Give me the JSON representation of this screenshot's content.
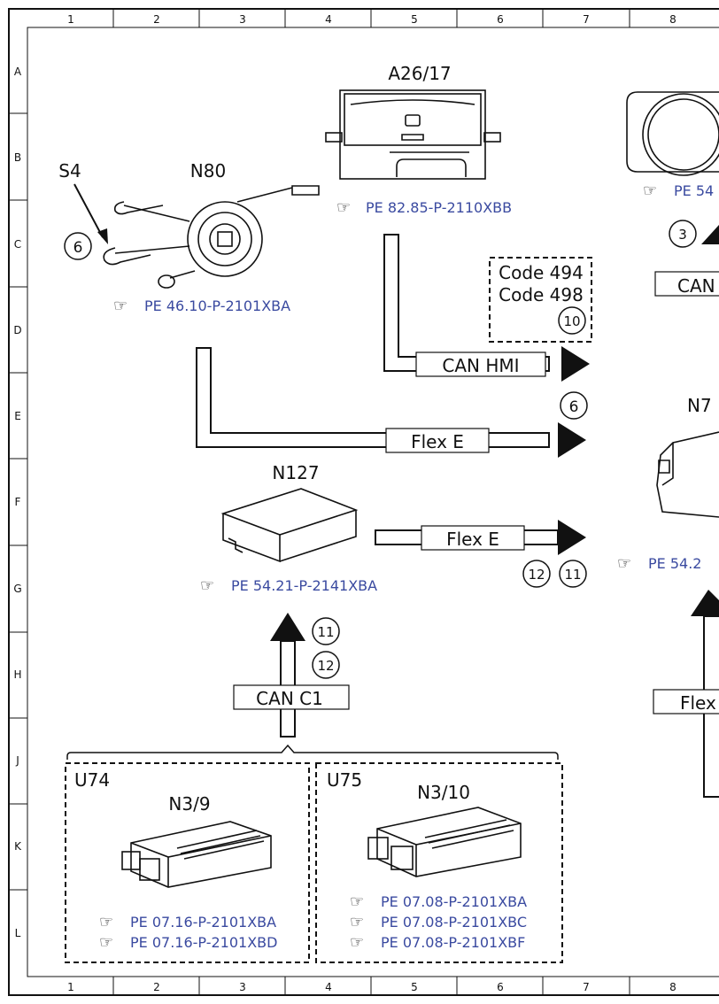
{
  "grid": {
    "cols": [
      "1",
      "2",
      "3",
      "4",
      "5",
      "6",
      "7",
      "8"
    ],
    "rows": [
      "A",
      "B",
      "C",
      "D",
      "E",
      "F",
      "G",
      "H",
      "J",
      "K",
      "L"
    ]
  },
  "components": {
    "a26_17": {
      "code": "A26/17",
      "ref": "PE 82.85-P-2110XBB"
    },
    "n80": {
      "code": "N80",
      "ref": "PE 46.10-P-2101XBA"
    },
    "s4": {
      "code": "S4"
    },
    "n127": {
      "code": "N127",
      "ref": "PE 54.21-P-2141XBA"
    },
    "n7_partial": {
      "code": "N7",
      "ref": "PE 54.2"
    },
    "top_right_partial": {
      "ref": "PE 54"
    },
    "u74": {
      "code": "U74",
      "module": "N3/9",
      "refs": [
        "PE 07.16-P-2101XBA",
        "PE 07.16-P-2101XBD"
      ]
    },
    "u75": {
      "code": "U75",
      "module": "N3/10",
      "refs": [
        "PE 07.08-P-2101XBA",
        "PE 07.08-P-2101XBC",
        "PE 07.08-P-2101XBF"
      ]
    }
  },
  "buses": {
    "can_hmi": "CAN HMI",
    "flex_e_1": "Flex E",
    "flex_e_2": "Flex E",
    "can_c1": "CAN C1",
    "can_partial": "CAN",
    "flex_partial": "Flex"
  },
  "codes": {
    "line1": "Code 494",
    "line2": "Code 498"
  },
  "notes": {
    "s4_note": "6",
    "code_note": "10",
    "flex_note": "6",
    "n127_a": "12",
    "n127_b": "11",
    "canc1_a": "11",
    "canc1_b": "12",
    "right_note": "3"
  }
}
